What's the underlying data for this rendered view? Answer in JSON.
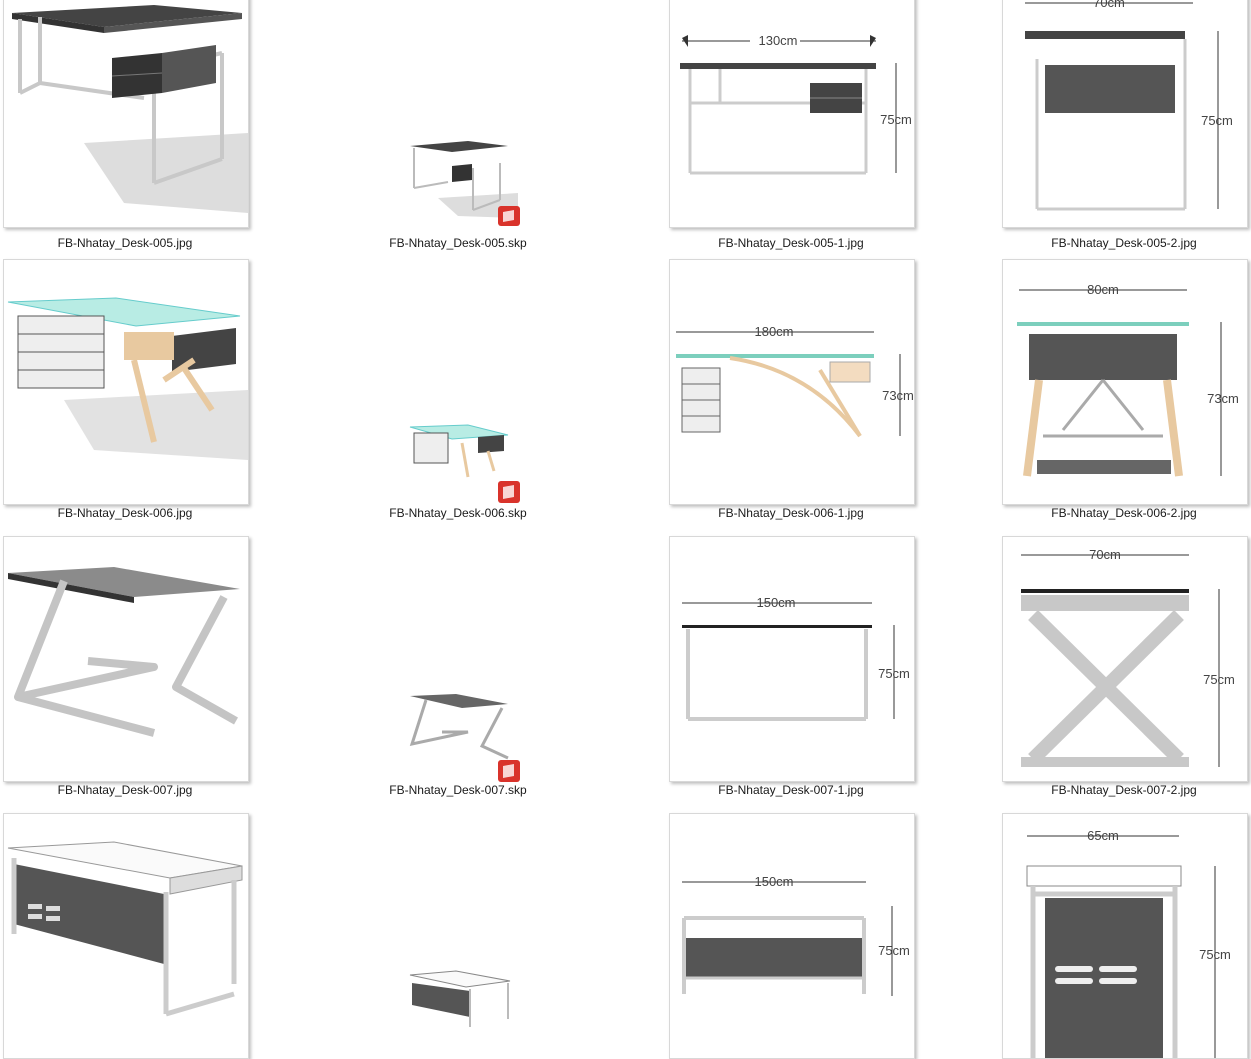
{
  "files": [
    {
      "name": "FB-Nhatay_Desk-005.jpg",
      "kind": "render",
      "model": "desk-005"
    },
    {
      "name": "FB-Nhatay_Desk-005.skp",
      "kind": "skp",
      "model": "desk-005"
    },
    {
      "name": "FB-Nhatay_Desk-005-1.jpg",
      "kind": "front",
      "model": "desk-005",
      "dim_width": "130cm",
      "dim_height": "75cm"
    },
    {
      "name": "FB-Nhatay_Desk-005-2.jpg",
      "kind": "side",
      "model": "desk-005",
      "dim_width": "70cm",
      "dim_height": "75cm"
    },
    {
      "name": "FB-Nhatay_Desk-006.jpg",
      "kind": "render",
      "model": "desk-006"
    },
    {
      "name": "FB-Nhatay_Desk-006.skp",
      "kind": "skp",
      "model": "desk-006"
    },
    {
      "name": "FB-Nhatay_Desk-006-1.jpg",
      "kind": "front",
      "model": "desk-006",
      "dim_width": "180cm",
      "dim_height": "73cm"
    },
    {
      "name": "FB-Nhatay_Desk-006-2.jpg",
      "kind": "side",
      "model": "desk-006",
      "dim_width": "80cm",
      "dim_height": "73cm"
    },
    {
      "name": "FB-Nhatay_Desk-007.jpg",
      "kind": "render",
      "model": "desk-007"
    },
    {
      "name": "FB-Nhatay_Desk-007.skp",
      "kind": "skp",
      "model": "desk-007"
    },
    {
      "name": "FB-Nhatay_Desk-007-1.jpg",
      "kind": "front",
      "model": "desk-007",
      "dim_width": "150cm",
      "dim_height": "75cm"
    },
    {
      "name": "FB-Nhatay_Desk-007-2.jpg",
      "kind": "side",
      "model": "desk-007",
      "dim_width": "70cm",
      "dim_height": "75cm"
    },
    {
      "name": "",
      "kind": "render",
      "model": "desk-008"
    },
    {
      "name": "",
      "kind": "skp",
      "model": "desk-008"
    },
    {
      "name": "",
      "kind": "front",
      "model": "desk-008",
      "dim_width": "150cm",
      "dim_height": "75cm"
    },
    {
      "name": "",
      "kind": "side",
      "model": "desk-008",
      "dim_width": "65cm",
      "dim_height": "75cm"
    }
  ],
  "icons": {
    "skp_badge": "sketchup-file-icon"
  },
  "colors": {
    "desk_dark": "#4a4a4a",
    "frame": "#c8c8c8",
    "glass": "#8fd4c8",
    "wood": "#e8c9a0",
    "badge": "#d9332b"
  }
}
